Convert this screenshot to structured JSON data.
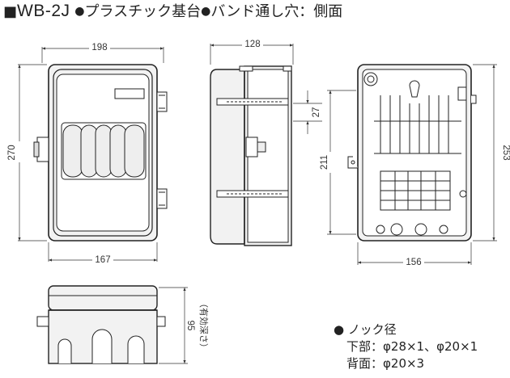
{
  "title": {
    "square": "■",
    "model": "WB-2J",
    "feature1_bullet": "●",
    "feature1": "プラスチック基台",
    "feature2_bullet": "●",
    "feature2": "バンド通し穴：側面"
  },
  "dimensions": {
    "front_width_top": "198",
    "front_width_bottom": "167",
    "front_height": "270",
    "side_depth": "128",
    "side_slot": "27",
    "rear_mount_height": "211",
    "rear_height": "253",
    "rear_width": "156",
    "bottom_depth": "95",
    "bottom_depth_note": "（有効深さ）"
  },
  "notes": {
    "bullet": "●",
    "heading": "ノック径",
    "line1": "下部：φ28×1、φ20×1",
    "line2": "背面：φ20×3"
  },
  "colors": {
    "line": "#222222",
    "box_fill": "#f2f2f2",
    "dim_line": "#333333"
  }
}
